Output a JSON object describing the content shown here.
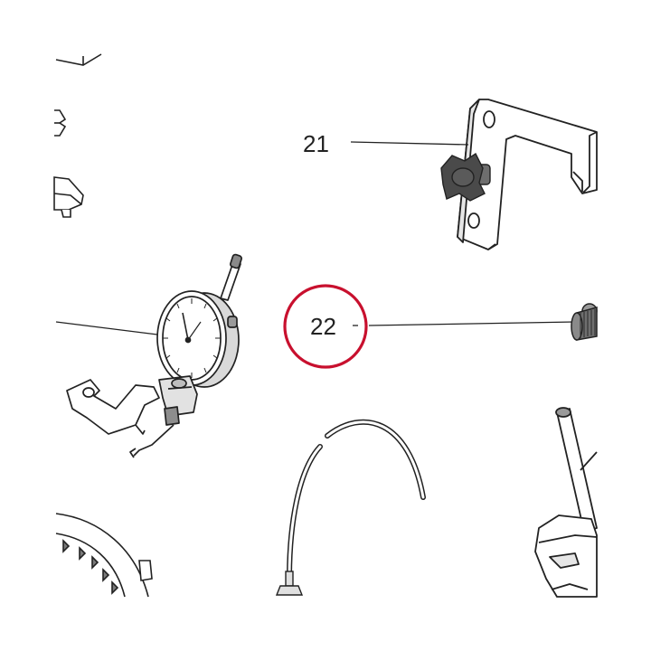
{
  "callouts": [
    {
      "id": "21",
      "label": "21",
      "highlighted": false
    },
    {
      "id": "22",
      "label": "22",
      "highlighted": true
    }
  ],
  "colors": {
    "ink": "#222222",
    "highlight_ring": "#c8102e",
    "fill_light": "#f2f2f2",
    "fill_mid": "#9a9a9a",
    "fill_dark": "#4a4a4a"
  },
  "icons": [
    "gauge-clamp",
    "mounting-bracket",
    "knurled-nut",
    "hose",
    "vise-clamp",
    "gear-wheel"
  ]
}
